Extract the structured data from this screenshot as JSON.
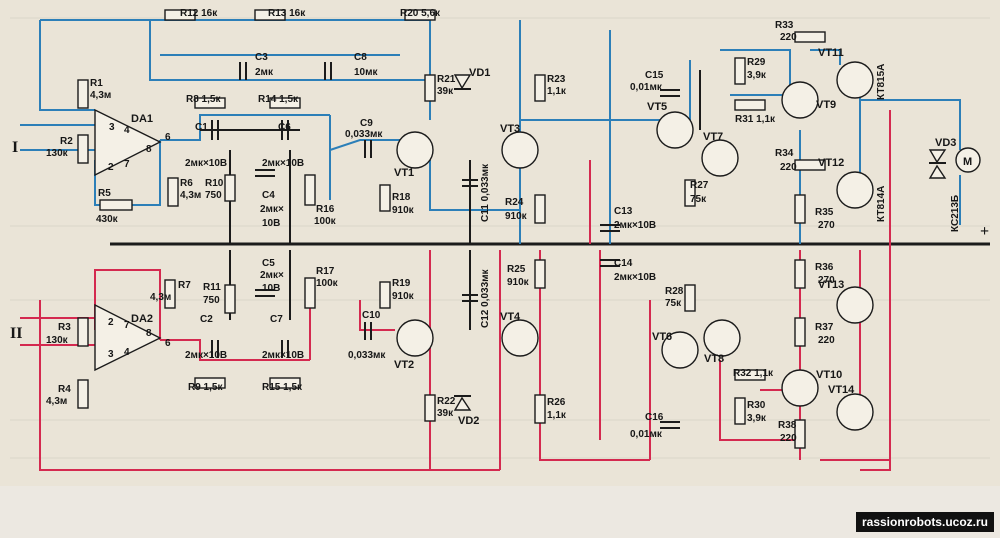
{
  "inputs": {
    "in1": "I",
    "in2": "II"
  },
  "opamps": {
    "da1": "DA1",
    "da2": "DA2"
  },
  "opamp_pins": [
    "3",
    "4",
    "2",
    "7",
    "8",
    "6"
  ],
  "resistors": {
    "r1": [
      "R1",
      "4,3м"
    ],
    "r2": [
      "R2",
      "130к"
    ],
    "r3": [
      "R3",
      "130к"
    ],
    "r4": [
      "R4",
      "4,3м"
    ],
    "r5": [
      "R5",
      "430к"
    ],
    "r6": [
      "R6",
      "4,3м"
    ],
    "r7": [
      "R7",
      "4,3м"
    ],
    "r8": [
      "R8 1,5к"
    ],
    "r9": [
      "R9 1,5к"
    ],
    "r10": [
      "R10",
      "750"
    ],
    "r11": [
      "R11",
      "750"
    ],
    "r12": [
      "R12 16к"
    ],
    "r13": [
      "R13 16к"
    ],
    "r14": [
      "R14 1,5к"
    ],
    "r15": [
      "R15 1,5к"
    ],
    "r16": [
      "R16",
      "100к"
    ],
    "r17": [
      "R17",
      "100к"
    ],
    "r18": [
      "R18",
      "910к"
    ],
    "r19": [
      "R19",
      "910к"
    ],
    "r20": [
      "R20 5,6к"
    ],
    "r21": [
      "R21",
      "39к"
    ],
    "r22": [
      "R22",
      "39к"
    ],
    "r23": [
      "R23",
      "1,1к"
    ],
    "r24": [
      "R24",
      "910к"
    ],
    "r25": [
      "R25",
      "910к"
    ],
    "r26": [
      "R26",
      "1,1к"
    ],
    "r27": [
      "R27",
      "75к"
    ],
    "r28": [
      "R28",
      "75к"
    ],
    "r29": [
      "R29",
      "3,9к"
    ],
    "r30": [
      "R30",
      "3,9к"
    ],
    "r31": [
      "R31 1,1к"
    ],
    "r32": [
      "R32 1,1к"
    ],
    "r33": [
      "R33",
      "220"
    ],
    "r34": [
      "R34",
      "220"
    ],
    "r35": [
      "R35",
      "270"
    ],
    "r36": [
      "R36",
      "270"
    ],
    "r37": [
      "R37",
      "220"
    ],
    "r38": [
      "R38",
      "220"
    ]
  },
  "capacitors": {
    "c1": [
      "C1",
      "2мк×10В"
    ],
    "c2": [
      "C2",
      "2мк×10В"
    ],
    "c3": [
      "C3",
      "2мк"
    ],
    "c4": [
      "C4",
      "2мк×",
      "10В"
    ],
    "c5": [
      "C5",
      "2мк×",
      "10В"
    ],
    "c6": [
      "C6",
      "2мк×10В"
    ],
    "c7": [
      "C7",
      "2мк×10В"
    ],
    "c8": [
      "C8",
      "10мк"
    ],
    "c9": [
      "C9",
      "0,033мк"
    ],
    "c10": [
      "C10",
      "0,033мк"
    ],
    "c11": [
      "C11 0,033мк"
    ],
    "c12": [
      "C12 0,033мк"
    ],
    "c13": [
      "C13",
      "2мк×10В"
    ],
    "c14": [
      "C14",
      "2мк×10В"
    ],
    "c15": [
      "C15",
      "0,01мк"
    ],
    "c16": [
      "C16",
      "0,01мк"
    ]
  },
  "transistors": [
    "VT1",
    "VT2",
    "VT3",
    "VT4",
    "VT5",
    "VT6",
    "VT7",
    "VT8",
    "VT9",
    "VT10",
    "VT11",
    "VT12",
    "VT13",
    "VT14"
  ],
  "transistor_types": {
    "vt11": "КТ815А",
    "vt12": "КТ814А"
  },
  "diodes": {
    "vd1": "VD1",
    "vd2": "VD2",
    "vd3": "VD3",
    "vd3_type": "КС213Б"
  },
  "motor": "M",
  "rail_sign": "+",
  "watermark": "rassionrobots.ucoz.ru",
  "colors": {
    "blue_wire": "#2c7fb8",
    "red_wire": "#d4294f",
    "ground": "#1b1b1b",
    "paper": "#eae4d7"
  }
}
